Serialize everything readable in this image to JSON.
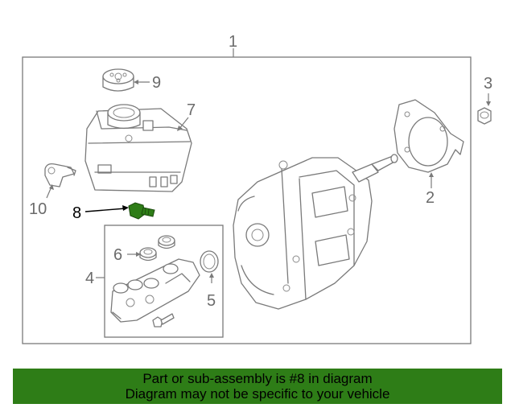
{
  "callouts": {
    "c1": "1",
    "c2": "2",
    "c3": "3",
    "c4": "4",
    "c5": "5",
    "c6": "6",
    "c7": "7",
    "c8": "8",
    "c9": "9",
    "c10": "10"
  },
  "highlight_color": "#2e7d17",
  "banner": {
    "line1": "Part or sub-assembly is #8 in diagram",
    "line2": "Diagram may not be specific to your vehicle"
  }
}
